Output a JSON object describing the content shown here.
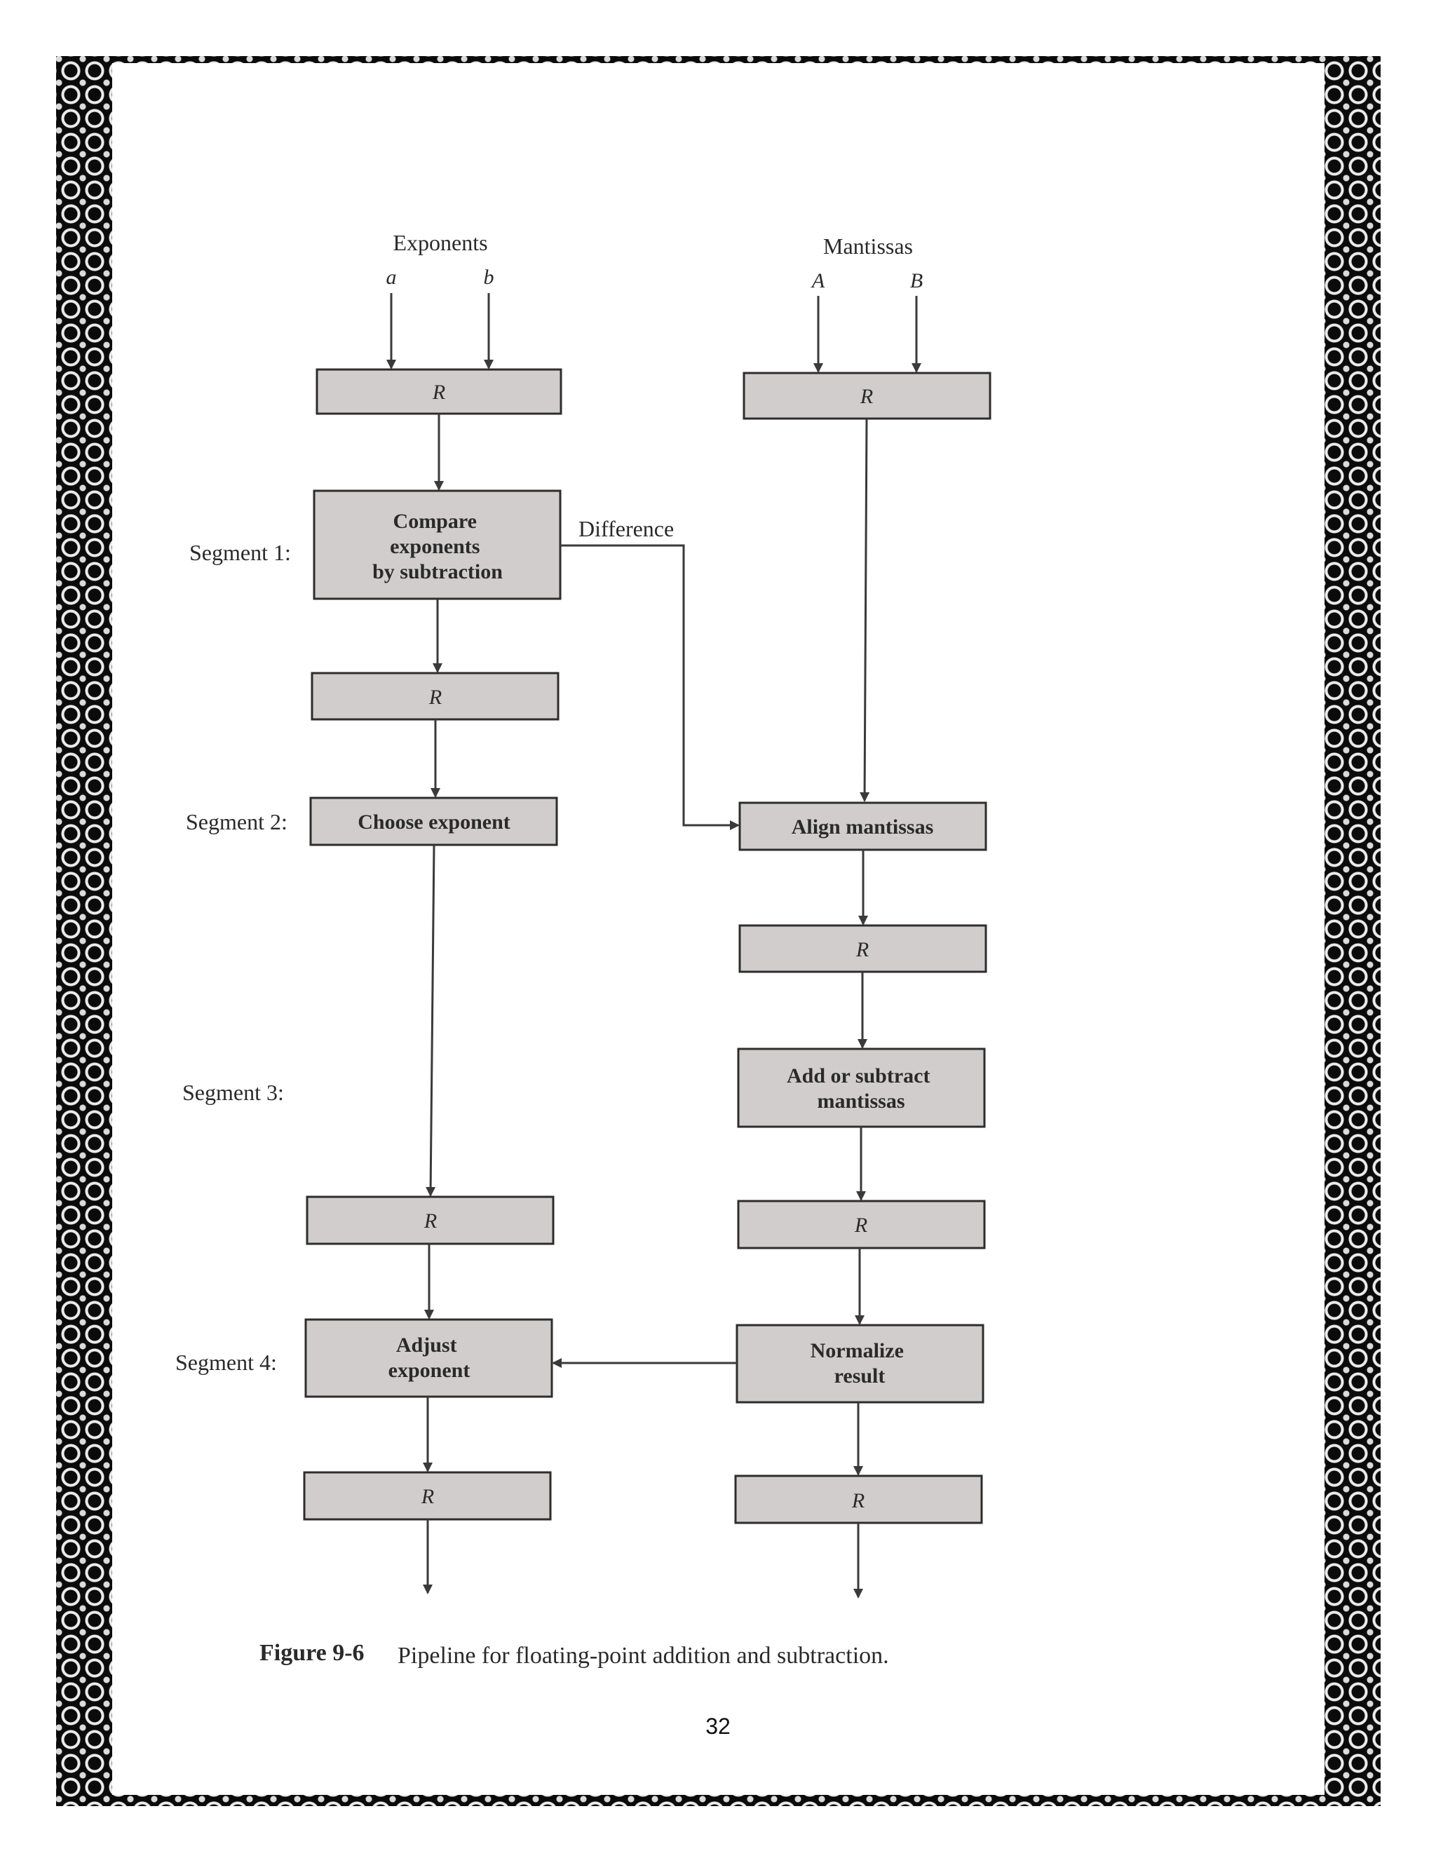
{
  "figure": {
    "columns": {
      "exponents": {
        "heading": "Exponents",
        "inputs": [
          "a",
          "b"
        ]
      },
      "mantissas": {
        "heading": "Mantissas",
        "inputs": [
          "A",
          "B"
        ]
      }
    },
    "register_label": "R",
    "segments": [
      {
        "label": "Segment 1:",
        "exponent_step": [
          "Compare",
          "exponents",
          "by subtraction"
        ],
        "mantissa_step": []
      },
      {
        "label": "Segment 2:",
        "exponent_step": [
          "Choose exponent"
        ],
        "mantissa_step": [
          "Align mantissas"
        ]
      },
      {
        "label": "Segment 3:",
        "exponent_step": [],
        "mantissa_step": [
          "Add or subtract",
          "mantissas"
        ]
      },
      {
        "label": "Segment 4:",
        "exponent_step": [
          "Adjust",
          "exponent"
        ],
        "mantissa_step": [
          "Normalize",
          "result"
        ]
      }
    ],
    "difference_label": "Difference",
    "caption": {
      "number": "Figure 9-6",
      "text": "Pipeline for floating-point addition and subtraction."
    }
  },
  "page_number": "32"
}
